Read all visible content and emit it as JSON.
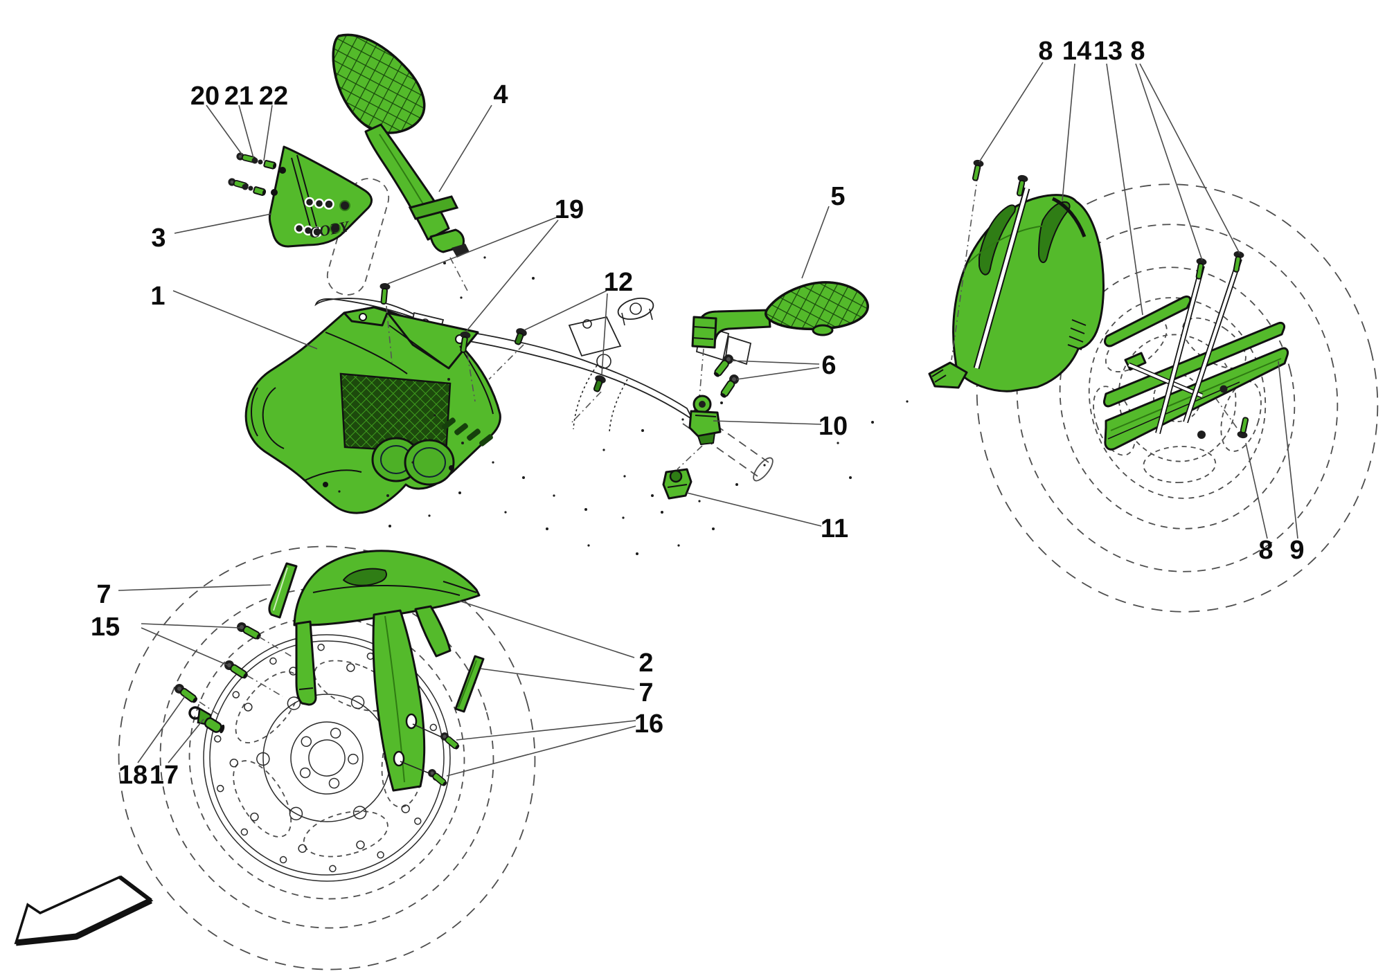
{
  "figure": {
    "background": "#ffffff",
    "part_color": "#54ba2b",
    "part_color_dark": "#2f7d15",
    "outline_color": "#111111",
    "leader_color": "#4a4a4a",
    "watermark": "COPY"
  },
  "callouts": [
    {
      "num": "20"
    },
    {
      "num": "21"
    },
    {
      "num": "22"
    },
    {
      "num": "3"
    },
    {
      "num": "1"
    },
    {
      "num": "4"
    },
    {
      "num": "19"
    },
    {
      "num": "12"
    },
    {
      "num": "5"
    },
    {
      "num": "6"
    },
    {
      "num": "10"
    },
    {
      "num": "11"
    },
    {
      "num": "8"
    },
    {
      "num": "14"
    },
    {
      "num": "13"
    },
    {
      "num": "8"
    },
    {
      "num": "8"
    },
    {
      "num": "9"
    },
    {
      "num": "7"
    },
    {
      "num": "15"
    },
    {
      "num": "2"
    },
    {
      "num": "7"
    },
    {
      "num": "16"
    },
    {
      "num": "18"
    },
    {
      "num": "17"
    }
  ]
}
